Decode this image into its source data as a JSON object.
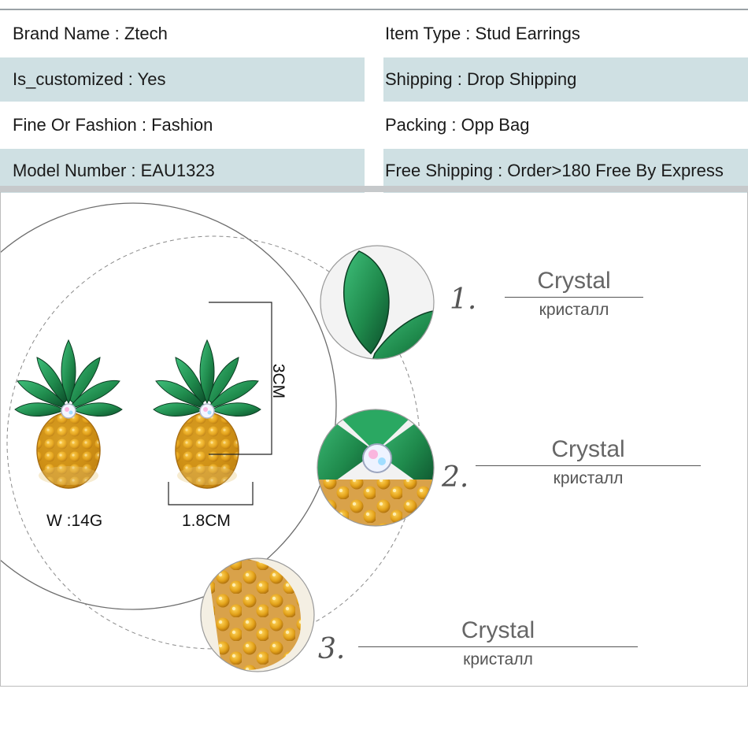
{
  "specs": [
    {
      "left": "Brand Name : Ztech",
      "right": "Item Type :  Stud Earrings",
      "shaded": false
    },
    {
      "left": "Is_customized : Yes",
      "right": "Shipping : Drop Shipping",
      "shaded": true
    },
    {
      "left": "Fine Or Fashion : Fashion",
      "right": "Packing : Opp Bag",
      "shaded": false
    },
    {
      "left": "Model Number :  EAU1323",
      "right": "Free Shipping : Order>180 Free By Express",
      "shaded": true
    }
  ],
  "product": {
    "weight": "W :14G",
    "width": "1.8CM",
    "height": "3CM"
  },
  "details": [
    {
      "num": "1.",
      "en": "Crystal",
      "ru": "кристалл"
    },
    {
      "num": "2.",
      "en": "Crystal",
      "ru": "кристалл"
    },
    {
      "num": "3.",
      "en": "Crystal",
      "ru": "кристалл"
    }
  ],
  "colors": {
    "row_shade": "#cfe0e3",
    "leaf_green": "#1f8a4c",
    "pineapple_gold": "#e3a21a"
  }
}
